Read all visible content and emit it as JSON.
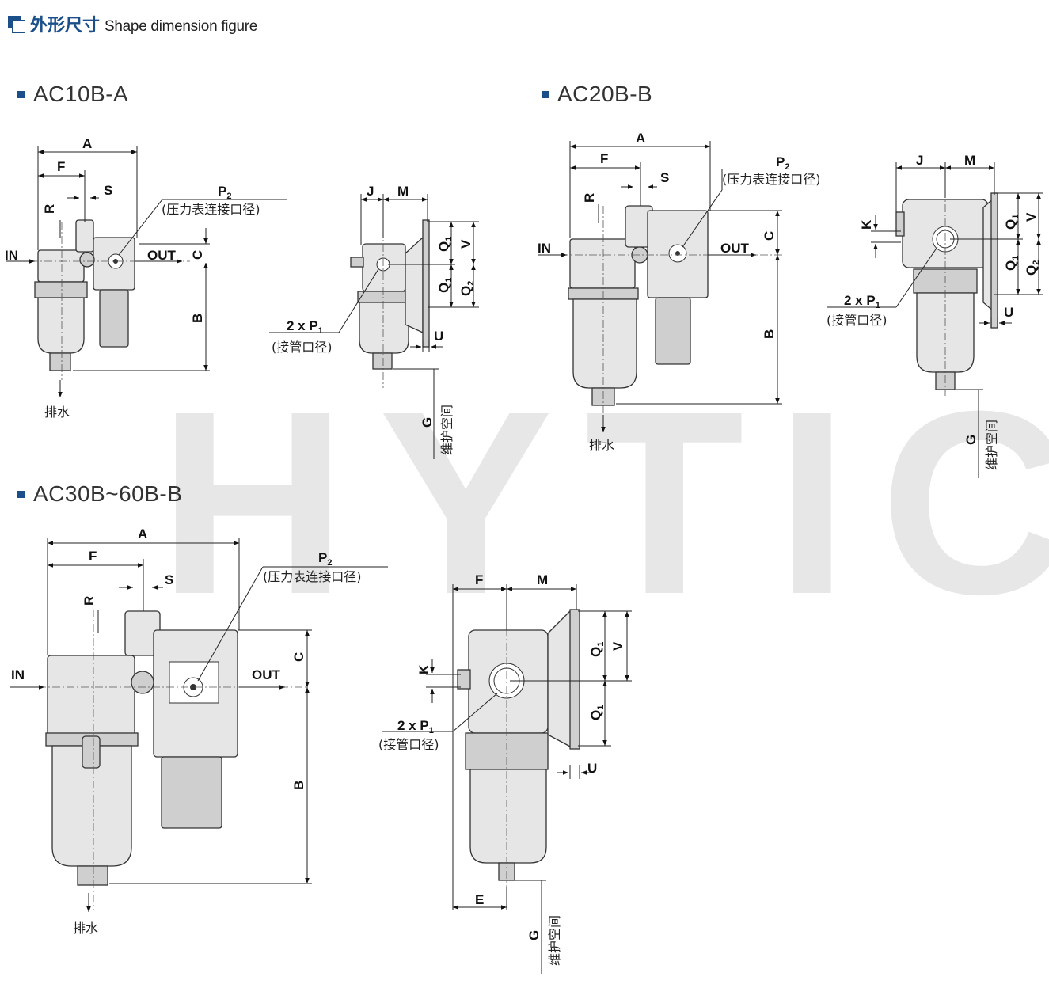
{
  "header": {
    "title_cn": "外形尺寸",
    "title_en": "Shape dimension figure"
  },
  "watermark": "HYTIC",
  "sections": [
    {
      "title": "AC10B-A"
    },
    {
      "title": "AC20B-B"
    },
    {
      "title": "AC30B~60B-B"
    }
  ],
  "labels": {
    "in": "IN",
    "out": "OUT",
    "p2": "P",
    "p2_sub": "2",
    "gauge_port": "(压力表连接口径)",
    "p1": "2 x P",
    "p1_sub": "1",
    "pipe_port": "(接管口径)",
    "drain": "排水",
    "maint": "维护空间",
    "A": "A",
    "B": "B",
    "C": "C",
    "E": "E",
    "F": "F",
    "G": "G",
    "J": "J",
    "K": "K",
    "M": "M",
    "R": "R",
    "S": "S",
    "U": "U",
    "V": "V",
    "Q": "Q",
    "Q1_sub": "1",
    "Q2_sub": "2"
  },
  "colors": {
    "accent": "#1b4f8a",
    "watermark": "#e7e7e7",
    "part_fill": "#e6e6e6",
    "line": "#222222"
  }
}
